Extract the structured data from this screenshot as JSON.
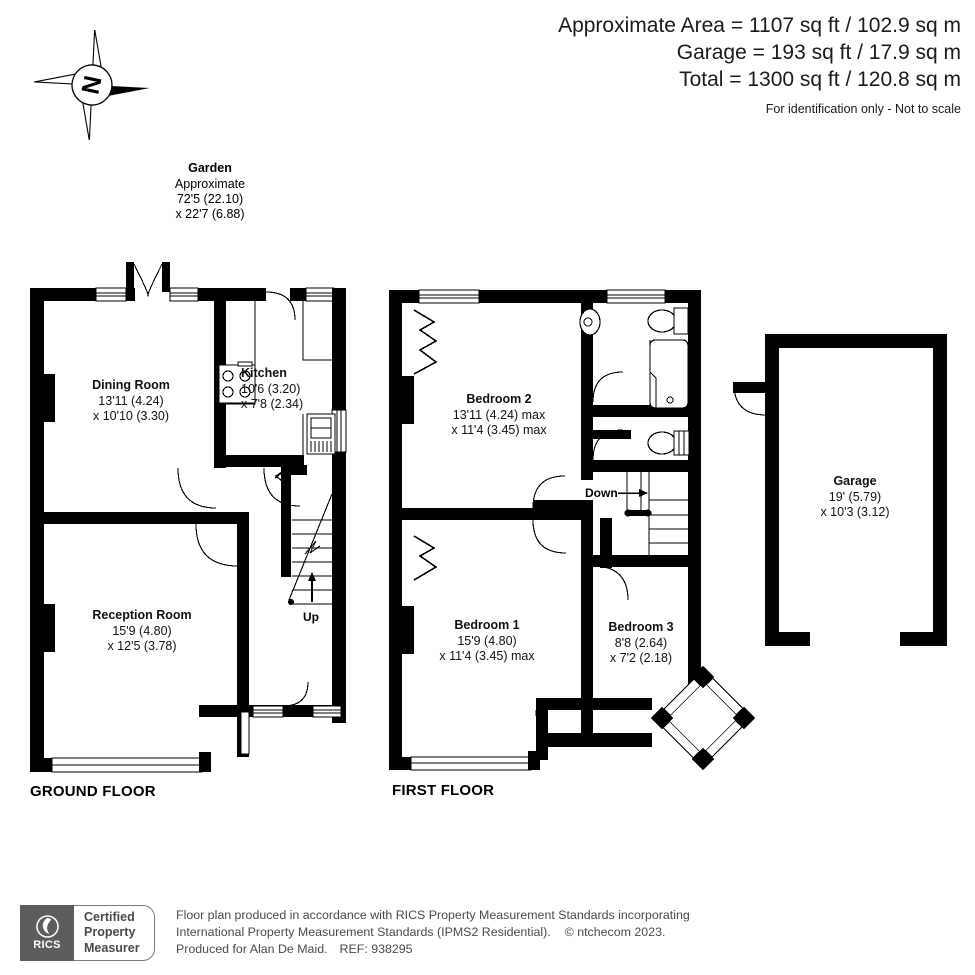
{
  "header": {
    "area_lines": [
      "Approximate Area = 1107 sq ft / 102.9 sq m",
      "Garage = 193 sq ft / 17.9 sq m",
      "Total = 1300 sq ft / 120.8 sq m"
    ],
    "disclaimer": "For identification only - Not to scale"
  },
  "compass": {
    "letter": "N",
    "icon": "compass-rose-icon"
  },
  "garden": {
    "name": "Garden",
    "qualifier": "Approximate",
    "dim1": "72'5 (22.10)",
    "dim2": "x 22'7 (6.88)"
  },
  "floors": [
    {
      "title": "GROUND FLOOR",
      "rooms": [
        {
          "name": "Dining Room",
          "dim1": "13'11 (4.24)",
          "dim2": "x 10'10 (3.30)"
        },
        {
          "name": "Kitchen",
          "dim1": "10'6 (3.20)",
          "dim2": "x 7'8 (2.34)"
        },
        {
          "name": "Reception Room",
          "dim1": "15'9 (4.80)",
          "dim2": "x 12'5 (3.78)"
        }
      ],
      "stair_label": "Up"
    },
    {
      "title": "FIRST FLOOR",
      "rooms": [
        {
          "name": "Bedroom 2",
          "dim1": "13'11 (4.24) max",
          "dim2": "x 11'4 (3.45) max"
        },
        {
          "name": "Bedroom 1",
          "dim1": "15'9 (4.80)",
          "dim2": "x 11'4 (3.45) max"
        },
        {
          "name": "Bedroom 3",
          "dim1": "8'8 (2.64)",
          "dim2": "x 7'2 (2.18)"
        }
      ],
      "stair_label": "Down"
    }
  ],
  "garage": {
    "name": "Garage",
    "dim1": "19' (5.79)",
    "dim2": "x 10'3 (3.12)"
  },
  "footer": {
    "badge": {
      "mark_text": "RICS",
      "line1": "Certified",
      "line2": "Property",
      "line3": "Measurer"
    },
    "line1": "Floor plan produced in accordance with RICS Property Measurement Standards incorporating",
    "line2": "International Property Measurement Standards (IPMS2 Residential).",
    "copyright": "© ntchecom 2023.",
    "line3": "Produced for Alan De Maid.",
    "ref": "REF: 938295"
  },
  "colors": {
    "wall": "#000000",
    "paper": "#ffffff",
    "footer_gray": "#5d5d5d",
    "text": "#000000"
  }
}
